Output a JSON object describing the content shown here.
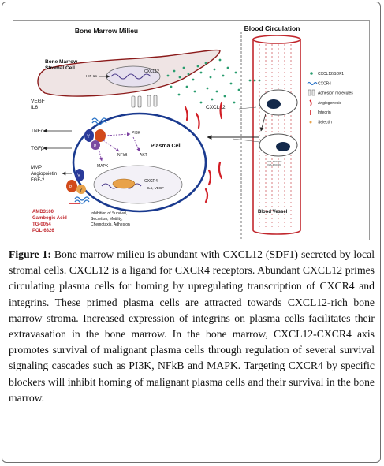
{
  "figure": {
    "titles": {
      "milieu": "Bone Marrow Milieu",
      "circulation": "Blood Circulation"
    },
    "labels": {
      "stromal_line1": "Bone Marrow",
      "stromal_line2": "Stromal Cell",
      "hif": "HIF-1α",
      "cxcl12_gene": "CXCL12",
      "vegf": "VEGF",
      "il6": "IL6",
      "cxcl12_free": "CXCL12",
      "tnfa": "TNFα",
      "tgfb": "TGFβ",
      "mmp": "MMP",
      "angiopoietin": "Angiopoietin",
      "fgf2": "FGF-2",
      "pi3k": "PI3K",
      "mapk": "MAPK",
      "nfkb": "NFkB",
      "akt": "AKT",
      "plasma_cell": "Plasma Cell",
      "cxcr4_gene": "CXCR4",
      "il6_vegf": "IL6, VEGF",
      "blood_vessel": "Blood Vessel",
      "vla4_line1": "VLA-4/CD29a",
      "vla4_line2": "VLA-4/CD29",
      "y1": "Y",
      "y2": "Y",
      "y3": "Y",
      "p1": "P",
      "p2": "P"
    },
    "drugs": [
      "AMD3100",
      "Gambogic Acid",
      "TG-0054",
      "POL-6326"
    ],
    "inhibition": [
      "Inhibition of Survival,",
      "Secretion, Motility,",
      "Chemotaxis, Adhesion"
    ],
    "legend": [
      {
        "label": "CXCL12/SDF1",
        "icon": "green-dot"
      },
      {
        "label": "CXCR4",
        "icon": "helix-receptor"
      },
      {
        "label": "Adhesion molecules",
        "icon": "adhesion-pair"
      },
      {
        "label": "Angiogenesis",
        "icon": "red-curve"
      },
      {
        "label": "Integrin",
        "icon": "integrin"
      },
      {
        "label": "Selectin",
        "icon": "selectin"
      }
    ],
    "colors": {
      "stromal_fill": "#efe4e4",
      "stromal_stroke": "#8b1a1a",
      "plasma_stroke": "#1a3a8f",
      "vessel_stroke": "#c1272d",
      "chemokine_dot": "#2a9d6f",
      "drug_text": "#c1272d"
    }
  },
  "caption": {
    "label": "Figure 1:",
    "text": "Bone marrow milieu is abundant with CXCL12 (SDF1) secreted by local stromal cells. CXCL12 is a ligand for CXCR4 receptors. Abundant CXCL12 primes circulating plasma cells for homing by upregulating transcription of CXCR4 and integrins. These primed plasma cells are attracted towards CXCL12-rich bone marrow stroma. Increased expression of integrins on plasma cells facilitates their extravasation in the bone marrow. In the bone marrow, CXCL12-CXCR4 axis promotes survival of malignant plasma cells through regulation of several survival signaling cascades such as PI3K, NFkB and MAPK. Targeting CXCR4 by specific blockers will inhibit homing of malignant plasma cells and their survival in the bone marrow."
  }
}
